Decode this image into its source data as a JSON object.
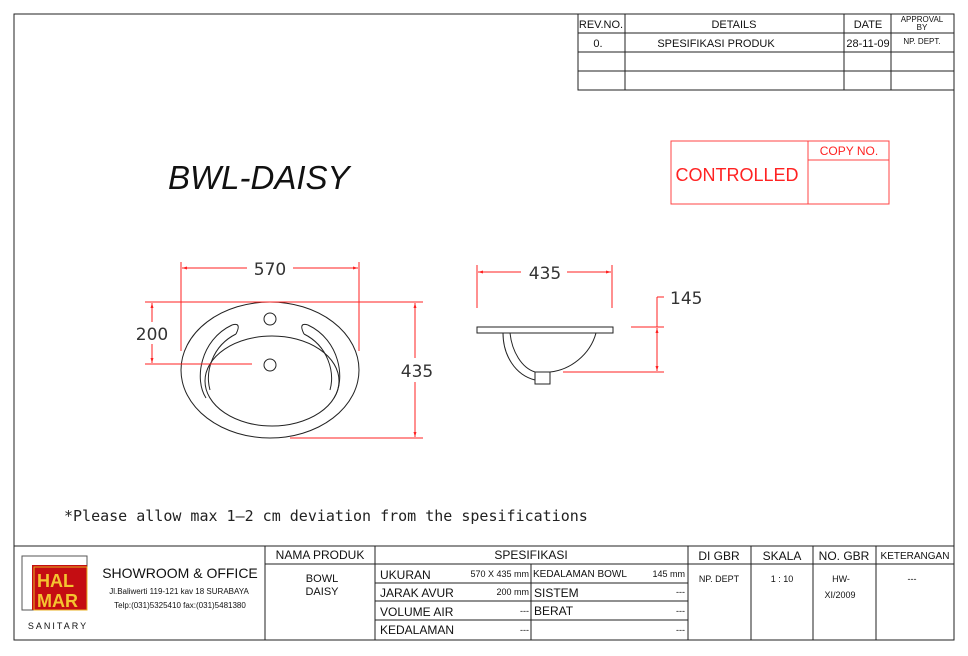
{
  "revision_table": {
    "headers": {
      "rev_no": "REV.NO.",
      "details": "DETAILS",
      "date": "DATE",
      "approval_line1": "APPROVAL",
      "approval_line2": "BY"
    },
    "rows": [
      {
        "rev_no": "0.",
        "details": "SPESIFIKASI PRODUK",
        "date": "28-11-09",
        "approval": "NP. DEPT."
      }
    ]
  },
  "title": "BWL-DAISY",
  "stamp": {
    "label": "CONTROLLED",
    "copy_no_label": "COPY NO.",
    "color": "#ff2020"
  },
  "dimensions": {
    "top_width": "570",
    "top_offset": "200",
    "top_depth": "435",
    "side_width": "435",
    "side_depth": "145"
  },
  "note": "*Please allow max 1–2 cm deviation from the spesifications",
  "title_block": {
    "logo": {
      "text": "HALMAR",
      "caption": "SANITARY"
    },
    "company": {
      "heading": "SHOWROOM & OFFICE",
      "address": "Jl.Baliwerti 119-121 kav 18 SURABAYA",
      "phone": "Telp:(031)5325410 fax:(031)5481380"
    },
    "nama_produk": {
      "header": "NAMA PRODUK",
      "line1": "BOWL",
      "line2": "DAISY"
    },
    "spesifikasi": {
      "header": "SPESIFIKASI",
      "left": [
        {
          "label": "UKURAN",
          "value": "570 X 435 mm"
        },
        {
          "label": "JARAK AVUR",
          "value": "200 mm"
        },
        {
          "label": "VOLUME AIR",
          "value": "---"
        },
        {
          "label": "KEDALAMAN",
          "value": "---"
        }
      ],
      "right": [
        {
          "label": "KEDALAMAN BOWL",
          "value": "145 mm"
        },
        {
          "label": "SISTEM",
          "value": "---"
        },
        {
          "label": "BERAT",
          "value": "---"
        },
        {
          "label": "",
          "value": "---"
        }
      ]
    },
    "di_gbr": {
      "header": "DI GBR",
      "value": "NP. DEPT"
    },
    "skala": {
      "header": "SKALA",
      "value": "1 : 10"
    },
    "no_gbr": {
      "header": "NO. GBR",
      "line1": "HW-",
      "line2": "XI/2009"
    },
    "keterangan": {
      "header": "KETERANGAN",
      "value": "---"
    }
  }
}
